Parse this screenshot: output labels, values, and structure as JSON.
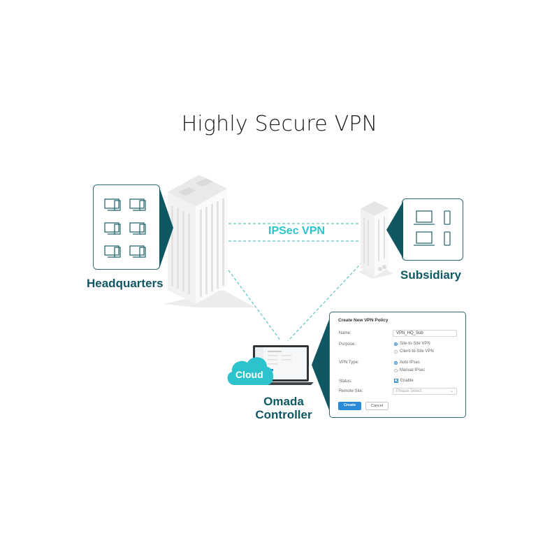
{
  "title": "Highly Secure VPN",
  "sites": {
    "headquarters": {
      "label": "Headquarters",
      "device_icon": "desktop-computer-icon",
      "device_count": 6
    },
    "subsidiary": {
      "label": "Subsidiary",
      "devices": [
        "laptop-icon",
        "smartphone-icon",
        "laptop-icon",
        "smartphone-icon"
      ]
    }
  },
  "tunnel": {
    "label": "IPSec VPN"
  },
  "controller": {
    "cloud_label": "Cloud",
    "label_line1": "Omada",
    "label_line2": "Controller"
  },
  "dialog": {
    "title": "Create New VPN Policy",
    "fields": {
      "name": {
        "label": "Name:",
        "value": "VPN_HQ_Sub"
      },
      "purpose": {
        "label": "Purpose:",
        "options": [
          "Site-to-Site VPN",
          "Client-to-Site VPN"
        ],
        "selected": "Site-to-Site VPN"
      },
      "vpn_type": {
        "label": "VPN Type:",
        "options": [
          "Auto IPsec",
          "Manual IPsec"
        ],
        "selected": "Auto IPsec"
      },
      "status": {
        "label": "Status:",
        "checkbox_label": "Enable",
        "checked": true
      },
      "remote_site": {
        "label": "Remote Site:",
        "placeholder": "Please Select"
      }
    },
    "create_label": "Create",
    "cancel_label": "Cancel"
  },
  "colors": {
    "teal_dark": "#0f5762",
    "accent_cyan": "#2cc3cc",
    "button_blue": "#2a8ad6"
  }
}
